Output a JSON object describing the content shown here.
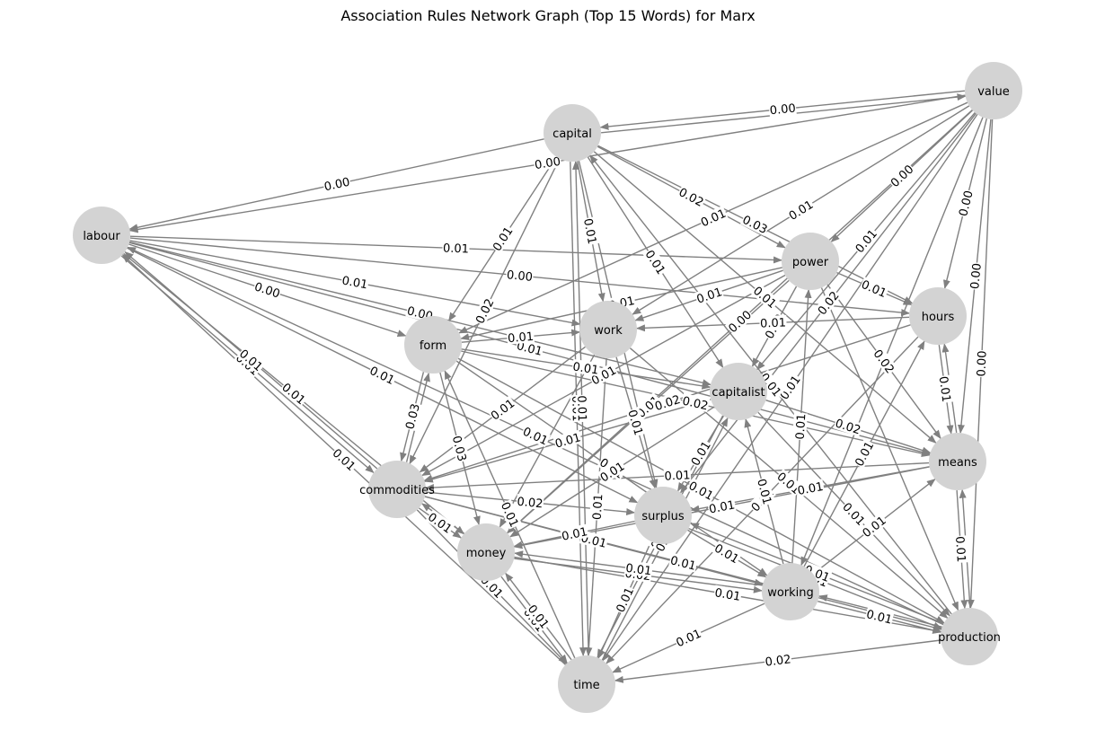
{
  "title": "Association Rules Network Graph (Top 15 Words) for Marx",
  "colors": {
    "node": "#d3d3d3",
    "edge": "#808080",
    "label_bg": "#ffffff"
  },
  "nodes": [
    {
      "id": "value",
      "label": "value"
    },
    {
      "id": "capital",
      "label": "capital"
    },
    {
      "id": "labour",
      "label": "labour"
    },
    {
      "id": "power",
      "label": "power"
    },
    {
      "id": "hours",
      "label": "hours"
    },
    {
      "id": "work",
      "label": "work"
    },
    {
      "id": "form",
      "label": "form"
    },
    {
      "id": "capitalist",
      "label": "capitalist"
    },
    {
      "id": "means",
      "label": "means"
    },
    {
      "id": "commodities",
      "label": "commodities"
    },
    {
      "id": "surplus",
      "label": "surplus"
    },
    {
      "id": "money",
      "label": "money"
    },
    {
      "id": "working",
      "label": "working"
    },
    {
      "id": "production",
      "label": "production"
    },
    {
      "id": "time",
      "label": "time"
    }
  ],
  "edges": [
    {
      "source": "value",
      "target": "capital",
      "label": "0.00"
    },
    {
      "source": "capital",
      "target": "value",
      "label": ""
    },
    {
      "source": "capital",
      "target": "labour",
      "label": "0.00"
    },
    {
      "source": "value",
      "target": "labour",
      "label": "0.00"
    },
    {
      "source": "labour",
      "target": "power",
      "label": "0.01"
    },
    {
      "source": "labour",
      "target": "hours",
      "label": "0.00"
    },
    {
      "source": "labour",
      "target": "form",
      "label": "0.00"
    },
    {
      "source": "labour",
      "target": "work",
      "label": "0.01"
    },
    {
      "source": "labour",
      "target": "capitalist",
      "label": "0.00"
    },
    {
      "source": "labour",
      "target": "commodities",
      "label": "0.01"
    },
    {
      "source": "commodities",
      "target": "labour",
      "label": "0.01"
    },
    {
      "source": "labour",
      "target": "money",
      "label": "0.01"
    },
    {
      "source": "labour",
      "target": "surplus",
      "label": "0.01"
    },
    {
      "source": "labour",
      "target": "means",
      "label": "0.01"
    },
    {
      "source": "capital",
      "target": "form",
      "label": "0.01"
    },
    {
      "source": "capital",
      "target": "work",
      "label": "0.01"
    },
    {
      "source": "capital",
      "target": "power",
      "label": "0.02"
    },
    {
      "source": "capital",
      "target": "hours",
      "label": "0.03"
    },
    {
      "source": "capital",
      "target": "capitalist",
      "label": "0.01"
    },
    {
      "source": "capital",
      "target": "means",
      "label": "0.01"
    },
    {
      "source": "capital",
      "target": "commodities",
      "label": "0.02"
    },
    {
      "source": "capital",
      "target": "time",
      "label": "0.01"
    },
    {
      "source": "capital",
      "target": "surplus",
      "label": "0.01"
    },
    {
      "source": "value",
      "target": "form",
      "label": "0.01"
    },
    {
      "source": "value",
      "target": "work",
      "label": "0.01"
    },
    {
      "source": "value",
      "target": "power",
      "label": "0.00"
    },
    {
      "source": "value",
      "target": "hours",
      "label": "0.00"
    },
    {
      "source": "value",
      "target": "means",
      "label": "0.00"
    },
    {
      "source": "value",
      "target": "production",
      "label": "0.00"
    },
    {
      "source": "value",
      "target": "capitalist",
      "label": "0.01"
    },
    {
      "source": "value",
      "target": "money",
      "label": "0.00"
    },
    {
      "source": "value",
      "target": "time",
      "label": "0.01"
    },
    {
      "source": "value",
      "target": "surplus",
      "label": "0.02"
    },
    {
      "source": "value",
      "target": "working",
      "label": ""
    },
    {
      "source": "power",
      "target": "hours",
      "label": "0.01"
    },
    {
      "source": "power",
      "target": "form",
      "label": "0.01"
    },
    {
      "source": "power",
      "target": "work",
      "label": "0.01"
    },
    {
      "source": "power",
      "target": "capitalist",
      "label": "0.00"
    },
    {
      "source": "power",
      "target": "commodities",
      "label": "0.01"
    },
    {
      "source": "power",
      "target": "means",
      "label": "0.02"
    },
    {
      "source": "power",
      "target": "money",
      "label": "0.01"
    },
    {
      "source": "power",
      "target": "production",
      "label": ""
    },
    {
      "source": "hours",
      "target": "work",
      "label": "0.01"
    },
    {
      "source": "hours",
      "target": "means",
      "label": "0.01"
    },
    {
      "source": "means",
      "target": "hours",
      "label": ""
    },
    {
      "source": "hours",
      "target": "time",
      "label": "0.01"
    },
    {
      "source": "hours",
      "target": "commodities",
      "label": "0.02"
    },
    {
      "source": "form",
      "target": "commodities",
      "label": "0.03"
    },
    {
      "source": "commodities",
      "target": "form",
      "label": ""
    },
    {
      "source": "form",
      "target": "money",
      "label": "0.03"
    },
    {
      "source": "form",
      "target": "work",
      "label": "0.01"
    },
    {
      "source": "form",
      "target": "capitalist",
      "label": "0.01"
    },
    {
      "source": "form",
      "target": "production",
      "label": "0.01"
    },
    {
      "source": "form",
      "target": "working",
      "label": "0.01"
    },
    {
      "source": "form",
      "target": "means",
      "label": "0.02"
    },
    {
      "source": "work",
      "target": "time",
      "label": "0.01"
    },
    {
      "source": "work",
      "target": "surplus",
      "label": "0.01"
    },
    {
      "source": "work",
      "target": "commodities",
      "label": "0.01"
    },
    {
      "source": "work",
      "target": "production",
      "label": "0.01"
    },
    {
      "source": "work",
      "target": "money",
      "label": ""
    },
    {
      "source": "capitalist",
      "target": "commodities",
      "label": "0.01"
    },
    {
      "source": "capitalist",
      "target": "means",
      "label": "0.02"
    },
    {
      "source": "capitalist",
      "target": "money",
      "label": "0.01"
    },
    {
      "source": "capitalist",
      "target": "time",
      "label": "0.01"
    },
    {
      "source": "capitalist",
      "target": "production",
      "label": "0.01"
    },
    {
      "source": "capitalist",
      "target": "surplus",
      "label": "0.01"
    },
    {
      "source": "means",
      "target": "production",
      "label": "0.01"
    },
    {
      "source": "production",
      "target": "means",
      "label": ""
    },
    {
      "source": "means",
      "target": "surplus",
      "label": "0.01"
    },
    {
      "source": "means",
      "target": "money",
      "label": "0.01"
    },
    {
      "source": "means",
      "target": "commodities",
      "label": "0.01"
    },
    {
      "source": "working",
      "target": "means",
      "label": "0.01"
    },
    {
      "source": "commodities",
      "target": "surplus",
      "label": "0.02"
    },
    {
      "source": "commodities",
      "target": "money",
      "label": "0.01"
    },
    {
      "source": "money",
      "target": "commodities",
      "label": ""
    },
    {
      "source": "commodities",
      "target": "time",
      "label": "0.01"
    },
    {
      "source": "commodities",
      "target": "working",
      "label": "0.01"
    },
    {
      "source": "commodities",
      "target": "production",
      "label": "0.01"
    },
    {
      "source": "surplus",
      "target": "money",
      "label": "0.01"
    },
    {
      "source": "surplus",
      "target": "time",
      "label": "0.01"
    },
    {
      "source": "surplus",
      "target": "working",
      "label": "0.01"
    },
    {
      "source": "surplus",
      "target": "production",
      "label": "0.01"
    },
    {
      "source": "money",
      "target": "time",
      "label": "0.01"
    },
    {
      "source": "time",
      "target": "money",
      "label": "0.01"
    },
    {
      "source": "money",
      "target": "working",
      "label": "0.02"
    },
    {
      "source": "working",
      "target": "money",
      "label": "0.01"
    },
    {
      "source": "money",
      "target": "production",
      "label": "0.01"
    },
    {
      "source": "working",
      "target": "time",
      "label": "0.01"
    },
    {
      "source": "working",
      "target": "production",
      "label": "0.01"
    },
    {
      "source": "production",
      "target": "working",
      "label": ""
    },
    {
      "source": "working",
      "target": "hours",
      "label": "0.01"
    },
    {
      "source": "working",
      "target": "power",
      "label": "0.01"
    },
    {
      "source": "working",
      "target": "capitalist",
      "label": "0.01"
    },
    {
      "source": "production",
      "target": "time",
      "label": "0.02"
    },
    {
      "source": "production",
      "target": "capital",
      "label": "0.01"
    },
    {
      "source": "production",
      "target": "labour",
      "label": "0.01"
    },
    {
      "source": "production",
      "target": "surplus",
      "label": "0.01"
    },
    {
      "source": "time",
      "target": "capitalist",
      "label": "0.01"
    },
    {
      "source": "time",
      "target": "capital",
      "label": "0.01"
    },
    {
      "source": "time",
      "target": "form",
      "label": "0.01"
    },
    {
      "source": "time",
      "target": "labour",
      "label": "0.01"
    }
  ]
}
